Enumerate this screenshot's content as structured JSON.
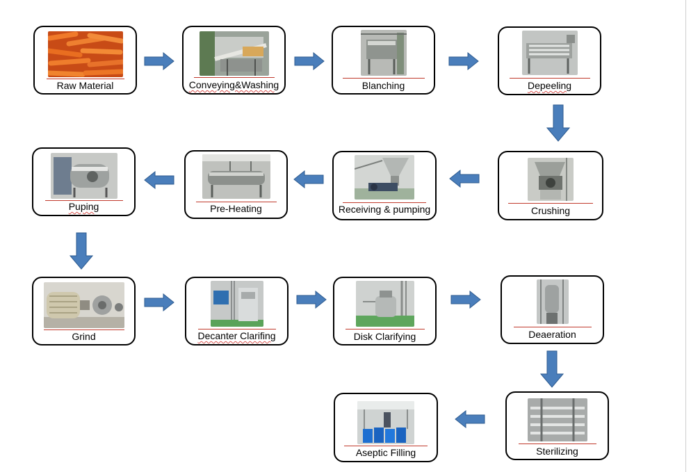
{
  "colors": {
    "arrow_fill": "#4a7ebb",
    "arrow_stroke": "#2e5b8f",
    "box_border": "#000000",
    "label_rule": "#c0392b"
  },
  "steps": [
    {
      "label": "Raw Material",
      "icon": "carrot-photo"
    },
    {
      "label": "Conveying&Washing",
      "icon": "washing-machine-photo"
    },
    {
      "label": "Blanching",
      "icon": "blancher-photo"
    },
    {
      "label": "Depeeling",
      "icon": "depeeler-photo"
    },
    {
      "label": "Crushing",
      "icon": "crusher-photo"
    },
    {
      "label": "Receiving & pumping",
      "icon": "pump-hopper-photo"
    },
    {
      "label": "Pre-Heating",
      "icon": "preheater-photo"
    },
    {
      "label": "Puping",
      "icon": "pulper-photo"
    },
    {
      "label": "Grind",
      "icon": "grinder-motor-photo"
    },
    {
      "label": "Decanter Clarifing",
      "icon": "decanter-photo"
    },
    {
      "label": "Disk Clarifying",
      "icon": "disk-separator-photo"
    },
    {
      "label": "Deaeration",
      "icon": "deaerator-photo"
    },
    {
      "label": "Sterilizing",
      "icon": "sterilizer-photo"
    },
    {
      "label": "Aseptic Filling",
      "icon": "aseptic-filler-photo"
    }
  ]
}
